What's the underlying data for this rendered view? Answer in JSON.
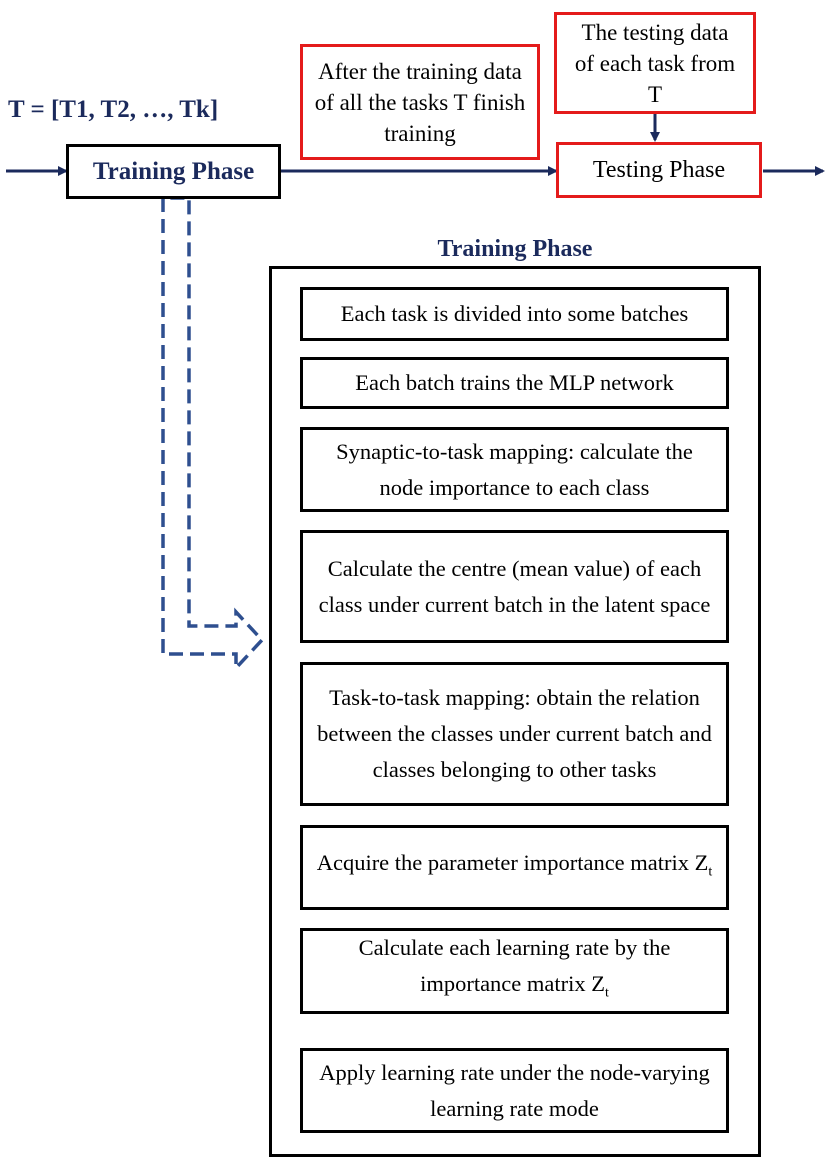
{
  "input_label": "T = [T1, T2, …, Tk]",
  "training_phase_label": "Training Phase",
  "after_training_note": "After the training data of all the tasks T finish training",
  "testing_data_note": "The testing data of each task from T",
  "testing_phase_label": "Testing Phase",
  "detail_title": "Training Phase",
  "steps": [
    {
      "text": "Each task is divided into some batches"
    },
    {
      "text": "Each batch trains the MLP network"
    },
    {
      "text": "Synaptic-to-task mapping: calculate the node importance to each class"
    },
    {
      "text": "Calculate the centre (mean value) of each class under current batch in the latent space"
    },
    {
      "text": "Task-to-task mapping: obtain the relation between the classes under current batch and classes belonging to other tasks"
    },
    {
      "text": "Acquire the parameter importance matrix ",
      "sub_main": "Z",
      "sub": "t"
    },
    {
      "text": "Calculate each learning rate by the importance matrix ",
      "sub_main": "Z",
      "sub": "t"
    },
    {
      "text": "Apply learning rate under the node-varying learning rate mode"
    }
  ],
  "colors": {
    "navy": "#1b2a5c",
    "red_border": "#e41b1b",
    "dashed_arrow": "#2e4f8f"
  }
}
